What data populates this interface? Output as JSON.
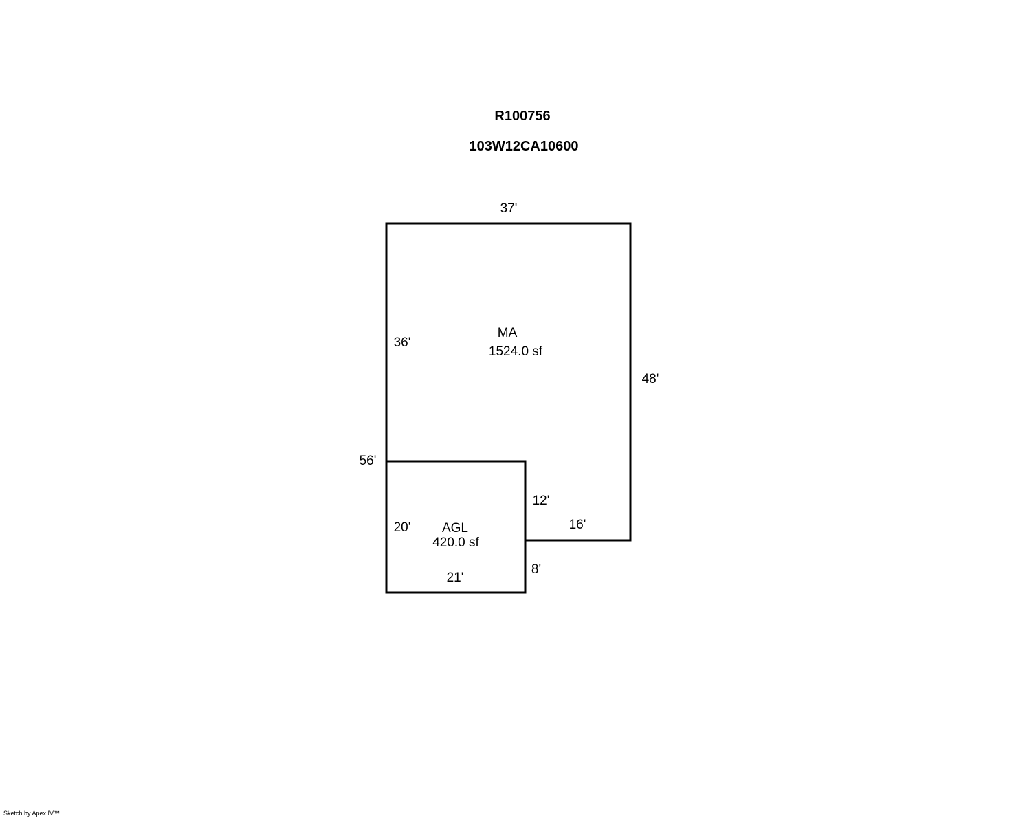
{
  "header": {
    "record_id": "R100756",
    "parcel_id": "103W12CA10600"
  },
  "areas": [
    {
      "code": "MA",
      "area": "1524.0 sf"
    },
    {
      "code": "AGL",
      "area": "420.0 sf"
    }
  ],
  "dimensions": {
    "ma_top": "37'",
    "ma_left_upper": "36'",
    "ma_right": "48'",
    "overall_left": "56'",
    "step_vertical": "12'",
    "step_horizontal": "16'",
    "agl_left": "20'",
    "agl_bottom": "21'",
    "agl_right_lower": "8'"
  },
  "footer": {
    "credit": "Sketch by Apex IV™"
  },
  "colors": {
    "stroke": "#000000",
    "background": "#ffffff"
  }
}
